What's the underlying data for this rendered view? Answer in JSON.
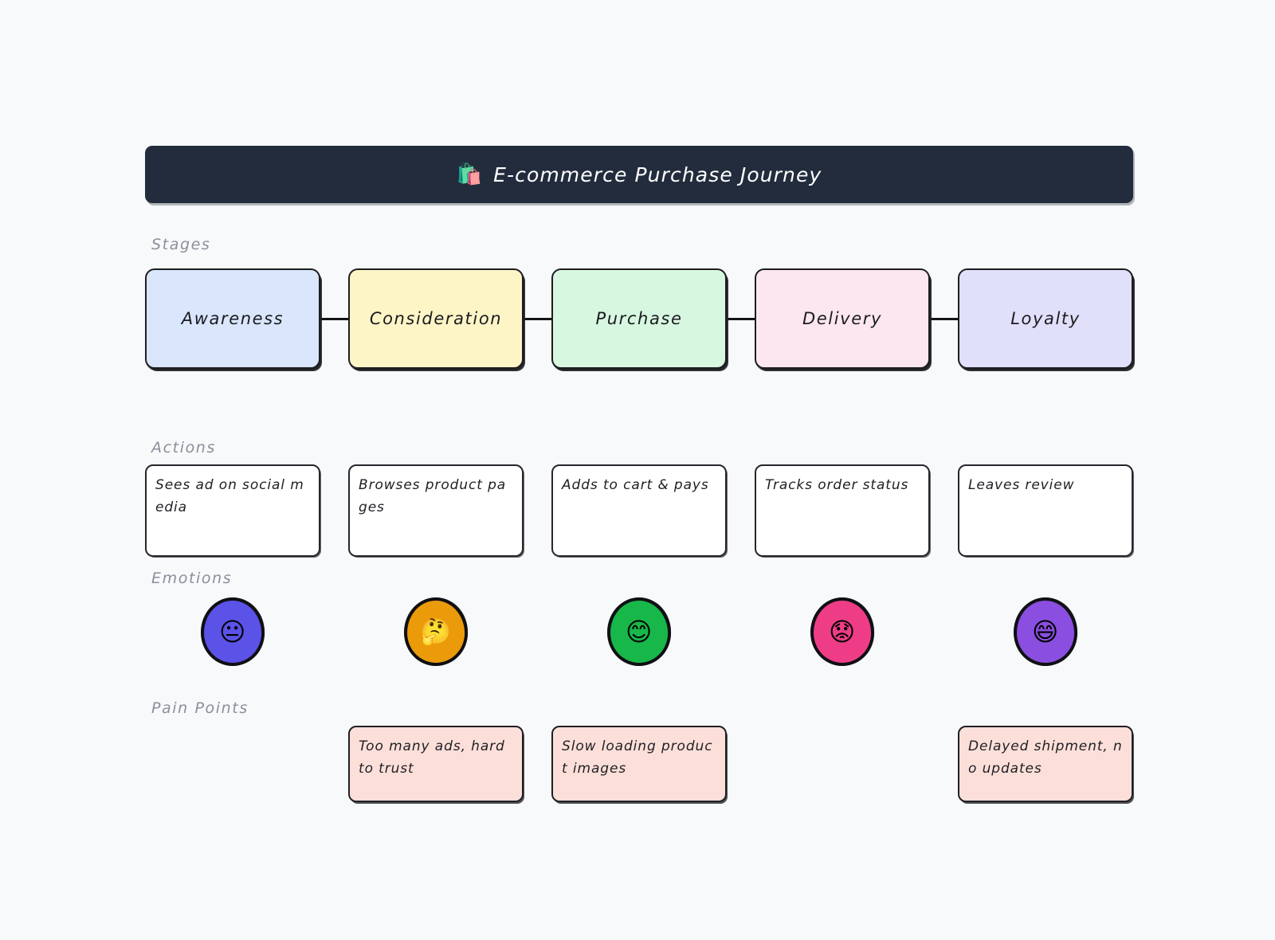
{
  "header": {
    "emoji": "🛍️",
    "emoji_name": "shopping-bags-emoji",
    "title": "E-commerce Purchase Journey",
    "background": "#232c3d",
    "text_color": "#ffffff"
  },
  "canvas": {
    "background": "#f7f9fb"
  },
  "rows": {
    "stages_label": "Stages",
    "actions_label": "Actions",
    "emotions_label": "Emotions",
    "pain_points_label": "Pain Points",
    "label_color": "#8b8f99"
  },
  "columns": [
    {
      "stage": "Awareness",
      "stage_fill": "#d9e6fb",
      "action": "Sees ad on social media",
      "emotion_emoji": "😐",
      "emotion_name": "neutral-face-emoji",
      "emotion_fill": "#5b52e8",
      "pain_point": "",
      "pain_fill": "#fcdfd9",
      "has_pain_point": false
    },
    {
      "stage": "Consideration",
      "stage_fill": "#fdf5c6",
      "action": "Browses product pages",
      "emotion_emoji": "🤔",
      "emotion_name": "thinking-face-emoji",
      "emotion_fill": "#eb9b09",
      "pain_point": "Too many ads, hard to trust",
      "pain_fill": "#fcdfd9",
      "has_pain_point": true
    },
    {
      "stage": "Purchase",
      "stage_fill": "#d7f7e0",
      "action": "Adds to cart & pays",
      "emotion_emoji": "😊",
      "emotion_name": "smiling-face-emoji",
      "emotion_fill": "#17b849",
      "pain_point": "Slow loading product images",
      "pain_fill": "#fcdfd9",
      "has_pain_point": true
    },
    {
      "stage": "Delivery",
      "stage_fill": "#fce6f0",
      "action": "Tracks order status",
      "emotion_emoji": "😟",
      "emotion_name": "worried-face-emoji",
      "emotion_fill": "#ee3d86",
      "pain_point": "",
      "pain_fill": "#fcdfd9",
      "has_pain_point": false
    },
    {
      "stage": "Loyalty",
      "stage_fill": "#e0e0fa",
      "action": "Leaves review",
      "emotion_emoji": "😄",
      "emotion_name": "grinning-face-emoji",
      "emotion_fill": "#8a4ee0",
      "pain_point": "Delayed shipment, no updates",
      "pain_fill": "#fcdfd9",
      "has_pain_point": true
    }
  ]
}
